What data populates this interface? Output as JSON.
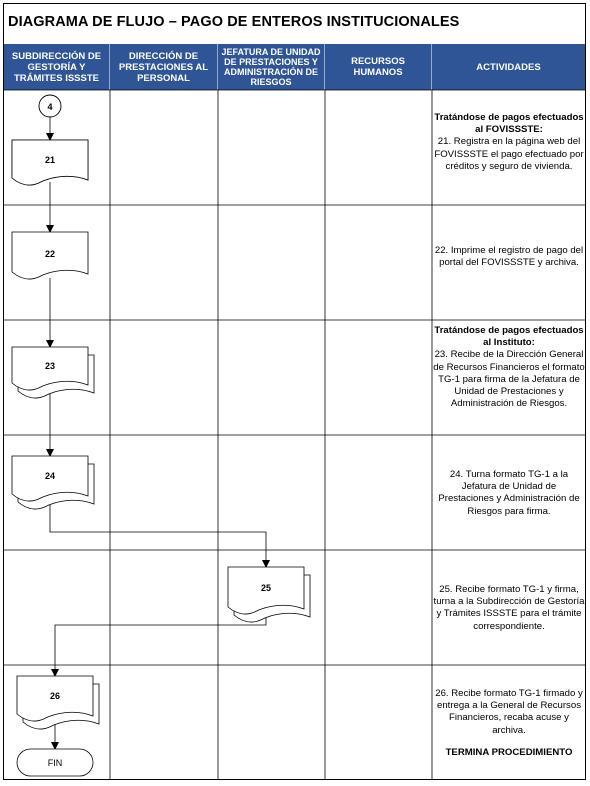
{
  "title": "DIAGRAMA DE FLUJO – PAGO DE ENTEROS INSTITUCIONALES",
  "columns": [
    "SUBDIRECCIÓN DE GESTORÍA Y TRÁMITES ISSSTE",
    "DIRECCIÓN DE PRESTACIONES AL PERSONAL",
    "JEFATURA DE UNIDAD DE PRESTACIONES Y ADMINISTRACIÓN DE RIESGOS",
    "RECURSOS HUMANOS",
    "ACTIVIDADES"
  ],
  "connector_start": "4",
  "steps": [
    {
      "number": "21",
      "heading": "Tratándose de pagos efectuados al FOVISSSTE:",
      "text": "21. Registra en la página web del FOVISSSTE el pago efectuado por créditos y seguro de vivienda."
    },
    {
      "number": "22",
      "heading": "",
      "text": "22. Imprime el registro de pago del portal del FOVISSSTE y archiva."
    },
    {
      "number": "23",
      "heading": "Tratándose de pagos efectuados al Instituto:",
      "text": "23. Recibe de la Dirección General de Recursos Financieros el formato TG-1 para firma de la Jefatura de Unidad de Prestaciones y Administración de Riesgos."
    },
    {
      "number": "24",
      "heading": "",
      "text": "24. Turna formato TG-1 a la Jefatura de Unidad de Prestaciones y Administración de Riesgos para firma."
    },
    {
      "number": "25",
      "heading": "",
      "text": "25. Recibe formato TG-1 y firma, turna a la Subdirección de Gestoría y Trámites ISSSTE para el trámite correspondiente."
    },
    {
      "number": "26",
      "heading": "",
      "text": "26. Recibe formato TG-1 firmado y entrega a la General de Recursos Financieros, recaba acuse y archiva."
    }
  ],
  "end_note": "TERMINA PROCEDIMIENTO",
  "end_terminator": "FIN"
}
